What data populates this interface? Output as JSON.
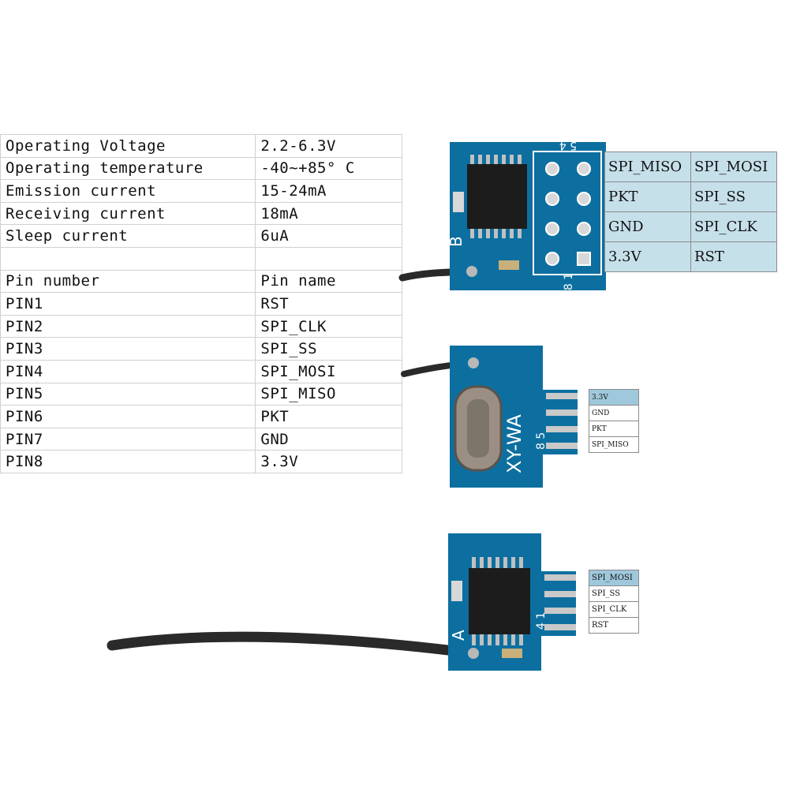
{
  "specs": [
    {
      "name": "Operating Voltage",
      "value": "2.2-6.3V"
    },
    {
      "name": "Operating temperature",
      "value": "-40~+85° C"
    },
    {
      "name": "Emission current",
      "value": "15-24mA"
    },
    {
      "name": "Receiving current",
      "value": "18mA"
    },
    {
      "name": "Sleep current",
      "value": "6uA"
    },
    {
      "name": "",
      "value": ""
    },
    {
      "name": "Pin number",
      "value": "Pin name"
    },
    {
      "name": "PIN1",
      "value": "RST"
    },
    {
      "name": "PIN2",
      "value": "SPI_CLK"
    },
    {
      "name": "PIN3",
      "value": "SPI_SS"
    },
    {
      "name": "PIN4",
      "value": "SPI_MOSI"
    },
    {
      "name": "PIN5",
      "value": "SPI_MISO"
    },
    {
      "name": "PIN6",
      "value": "PKT"
    },
    {
      "name": "PIN7",
      "value": "GND"
    },
    {
      "name": "PIN8",
      "value": "3.3V"
    }
  ],
  "module_a": {
    "board_letter": "B",
    "header_top": "5 4",
    "header_bottom": "8 1",
    "pin_rows": [
      [
        "SPI_MISO",
        "SPI_MOSI"
      ],
      [
        "PKT",
        "SPI_SS"
      ],
      [
        "GND",
        "SPI_CLK"
      ],
      [
        "3.3V",
        "RST"
      ]
    ]
  },
  "module_b": {
    "silkscreen": "XY-WA",
    "pin_numbers": "8 5",
    "pin_labels": [
      "3.3V",
      "GND",
      "PKT",
      "SPI_MISO"
    ]
  },
  "module_c": {
    "board_letter": "A",
    "pin_numbers": "4 1",
    "pin_labels": [
      "SPI_MOSI",
      "SPI_SS",
      "SPI_CLK",
      "RST"
    ]
  },
  "colors": {
    "pcb": "#0d6fa0",
    "pcb_dark": "#084f78",
    "chip": "#1c1c1c",
    "antenna": "#2a2a2a",
    "table_highlight": "#c6e0ea"
  }
}
